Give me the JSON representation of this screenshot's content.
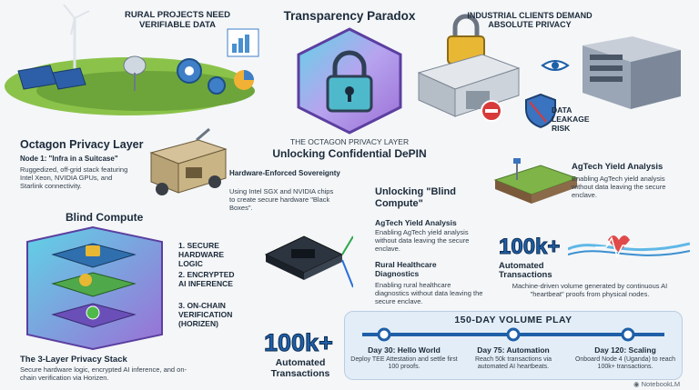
{
  "title": "Transparency Paradox",
  "top_left": {
    "label": "RURAL PROJECTS NEED VERIFIABLE DATA"
  },
  "top_right": {
    "label": "INDUSTRIAL CLIENTS DEMAND ABSOLUTE PRIVACY",
    "risk": "DATA LEAKAGE RISK"
  },
  "center": {
    "kicker": "THE OCTAGON PRIVACY LAYER",
    "headline": "Unlocking Confidential DePIN"
  },
  "octagon": {
    "title": "Octagon Privacy Layer",
    "node_title": "Node 1: \"Infra in a Suitcase\"",
    "node_text": "Ruggedized, off-grid stack featuring Intel Xeon, NVIDIA GPUs, and Starlink connectivity."
  },
  "hardware": {
    "title": "Hardware-Enforced Sovereignty",
    "text": "Using Intel SGX and NVIDIA chips to create secure hardware \"Black Boxes\"."
  },
  "blind": {
    "title": "Blind Compute"
  },
  "stack": {
    "items": [
      "1. SECURE HARDWARE LOGIC",
      "2. ENCRYPTED AI INFERENCE",
      "3. ON-CHAIN VERIFICATION (HORIZEN)"
    ],
    "title": "The 3-Layer Privacy Stack",
    "text": "Secure hardware logic, encrypted AI inference, and on-chain verification via Horizen."
  },
  "unlock": {
    "title": "Unlocking \"Blind Compute\"",
    "a_title": "AgTech Yield Analysis",
    "a_text": "Enabling AgTech yield analysis without data leaving the secure enclave.",
    "b_title": "Rural Healthcare Diagnostics",
    "b_text": "Enabling rural healthcare diagnostics without data leaving the secure enclave."
  },
  "agtech": {
    "title": "AgTech Yield Analysis",
    "text": "Enabling AgTech yield analysis without data leaving the secure enclave."
  },
  "tx_right": {
    "num": "100k+",
    "label": "Automated Transactions",
    "text": "Machine-driven volume generated by continuous AI \"heartbeat\" proofs from physical nodes."
  },
  "tx_bottom": {
    "num": "100k+",
    "label": "Automated Transactions"
  },
  "volume": {
    "title": "150-DAY VOLUME PLAY",
    "steps": [
      {
        "title": "Day 30: Hello World",
        "text": "Deploy TEE Attestation and settle first 100 proofs."
      },
      {
        "title": "Day 75: Automation",
        "text": "Reach 50k transactions via automated AI heartbeats."
      },
      {
        "title": "Day 120: Scaling",
        "text": "Onboard Node 4 (Uganda) to reach 100k+ transactions."
      }
    ]
  },
  "watermark": "NotebookLM",
  "colors": {
    "accent": "#1e5fa8",
    "hex_purple": "#9b6fd6",
    "hex_cyan": "#5fd3e6",
    "panel": "#e3edf7"
  }
}
